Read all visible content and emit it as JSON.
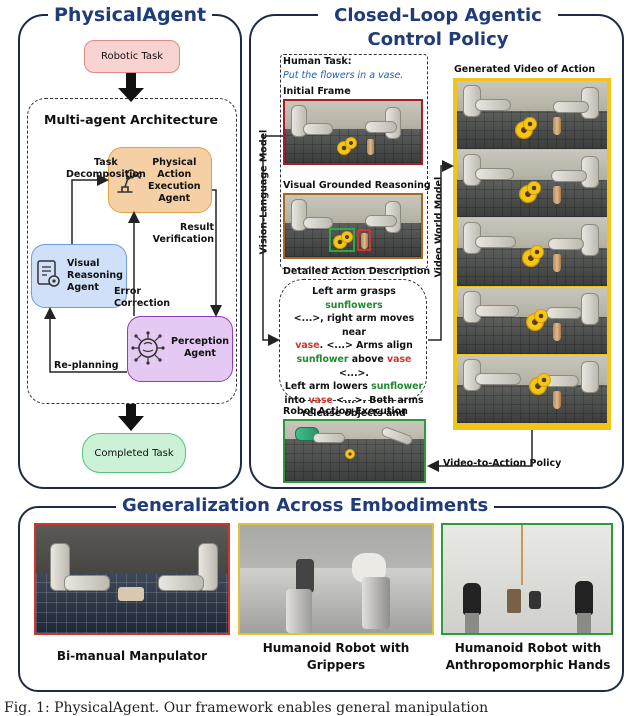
{
  "physical_agent": {
    "title": "PhysicalAgent",
    "robotic_task": "Robotic Task",
    "architecture_title": "Multi-agent Architecture",
    "task_decomposition": [
      "Task",
      "Decomposition"
    ],
    "physical_action_agent": [
      "Physical",
      "Action",
      "Execution",
      "Agent"
    ],
    "result_verification": [
      "Result",
      "Verification"
    ],
    "visual_reasoning_agent": [
      "Visual",
      "Reasoning",
      "Agent"
    ],
    "error_correction": [
      "Error",
      "Correction"
    ],
    "perception_agent": [
      "Perception",
      "Agent"
    ],
    "re_planning": "Re-planning",
    "completed_task": "Completed Task"
  },
  "closed_loop": {
    "title_line1": "Closed-Loop Agentic",
    "title_line2": "Control Policy",
    "human_task_label": "Human Task:",
    "human_task_text": "Put the flowers in a vase.",
    "initial_frame": "Initial Frame",
    "vision_language_model": "Vision-Language Model",
    "visual_grounded_reasoning": "Visual Grounded Reasoning",
    "detailed_action_description": "Detailed Action Description",
    "description_lines": [
      [
        {
          "t": "Left arm grasps ",
          "c": "#111"
        },
        {
          "t": "sunflowers",
          "c": "#1f8a2e"
        }
      ],
      [
        {
          "t": "<...>, right arm moves near",
          "c": "#111"
        }
      ],
      [
        {
          "t": "vase",
          "c": "#d0342c"
        },
        {
          "t": ". <...> Arms align",
          "c": "#111"
        }
      ],
      [
        {
          "t": "sunflower",
          "c": "#1f8a2e"
        },
        {
          "t": " above ",
          "c": "#111"
        },
        {
          "t": "vase",
          "c": "#d0342c"
        },
        {
          "t": " <...>.",
          "c": "#111"
        }
      ],
      [
        {
          "t": "Left arm lowers ",
          "c": "#111"
        },
        {
          "t": "sunflower",
          "c": "#1f8a2e"
        }
      ],
      [
        {
          "t": "into ",
          "c": "#111"
        },
        {
          "t": "vase",
          "c": "#d0342c"
        },
        {
          "t": " <...>. Both arms",
          "c": "#111"
        }
      ],
      [
        {
          "t": "release objects and return",
          "c": "#111"
        }
      ],
      [
        {
          "t": "to neutral poses.",
          "c": "#111"
        }
      ]
    ],
    "video_world_model": "Video World Model",
    "generated_video": "Generated Video of Action",
    "robot_action_execution": "Robot Action Execution",
    "video_to_action": "Video-to-Action Policy"
  },
  "generalization": {
    "title": "Generalization Across Embodiments",
    "items": [
      {
        "caption": [
          "Bi-manual Manpulator"
        ],
        "frame_color": "#d0342c"
      },
      {
        "caption": [
          "Humanoid Robot with",
          "Grippers"
        ],
        "frame_color": "#e0c13a"
      },
      {
        "caption": [
          "Humanoid Robot with",
          "Anthropomorphic Hands"
        ],
        "frame_color": "#2f9a3c"
      }
    ]
  },
  "figure_caption": "Fig. 1: PhysicalAgent. Our framework enables general manipulation",
  "colors": {
    "panel_border": "#1d2a45",
    "title_blue": "#1f3b78",
    "physical_action_fill": "#f6d0a5",
    "physical_action_border": "#e3a04b",
    "visual_reasoning_fill": "#cfe0f8",
    "visual_reasoning_border": "#6e9be0",
    "perception_fill": "#e4c9f2",
    "perception_border": "#8c3fb8",
    "robotic_task_fill": "#f9d2d2",
    "robotic_task_border": "#e08a8a",
    "completed_fill": "#cdf1d7",
    "completed_border": "#57c279",
    "initial_frame_border": "#a51f2b",
    "video_frame_border": "#f0c419",
    "execution_border": "#2f9a3c"
  }
}
